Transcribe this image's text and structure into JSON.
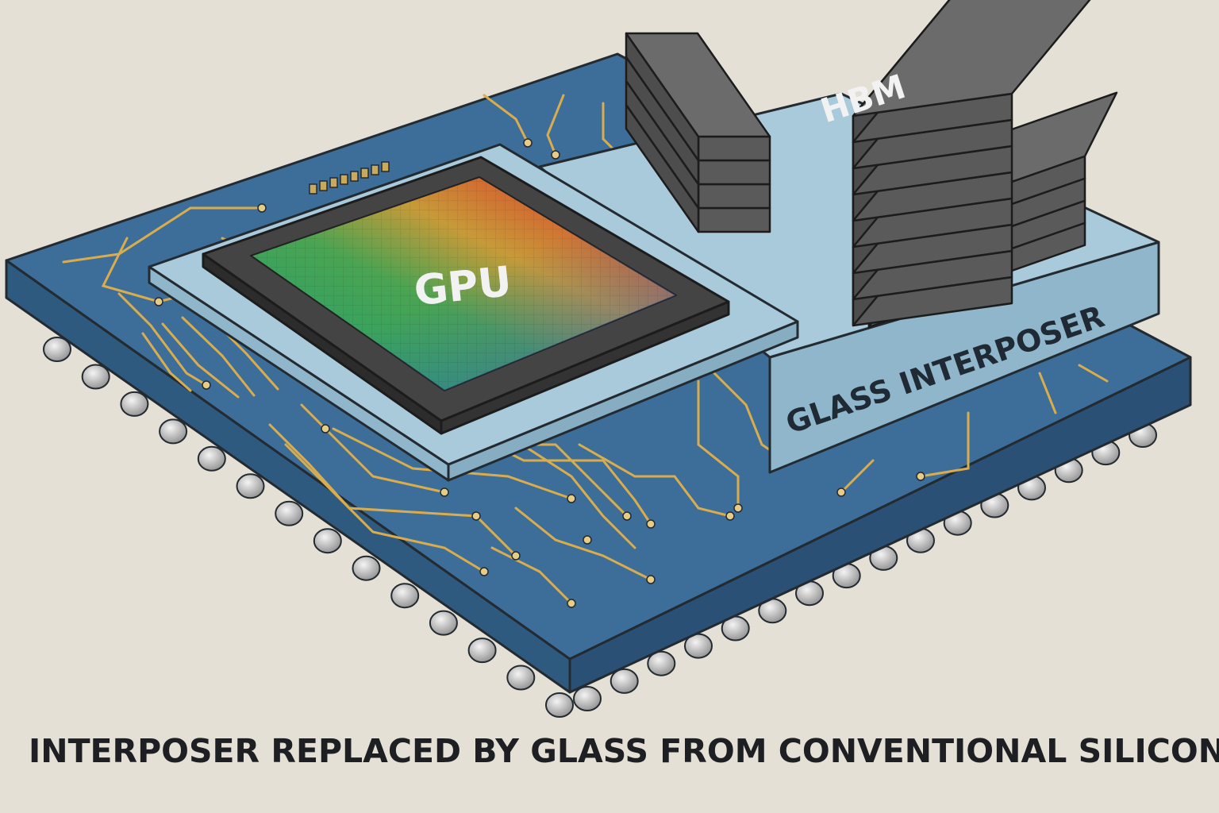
{
  "labels": {
    "gpu": "GPU",
    "hbm": "HBM",
    "interposer": "GLASS INTERPOSER",
    "caption": "INTERPOSER REPLACED BY GLASS FROM CONVENTIONAL SILICON"
  },
  "colors": {
    "background": "#e4e0d6",
    "substrate_top": "#3d6e99",
    "substrate_side": "#2f5a80",
    "trace": "#d9ad4e",
    "interposer": "#a9cadb",
    "interposer_side": "#8fb6ca",
    "die_frame": "#3e3e3e",
    "hbm_top": "#6b6b6b",
    "hbm_side": "#5a5a5a",
    "solder_ball": "#b4b4b4",
    "outline": "#232a30",
    "gpu_text": "#f2f2f2",
    "interposer_text": "#1f2a35",
    "caption_text": "#1d1f22"
  }
}
